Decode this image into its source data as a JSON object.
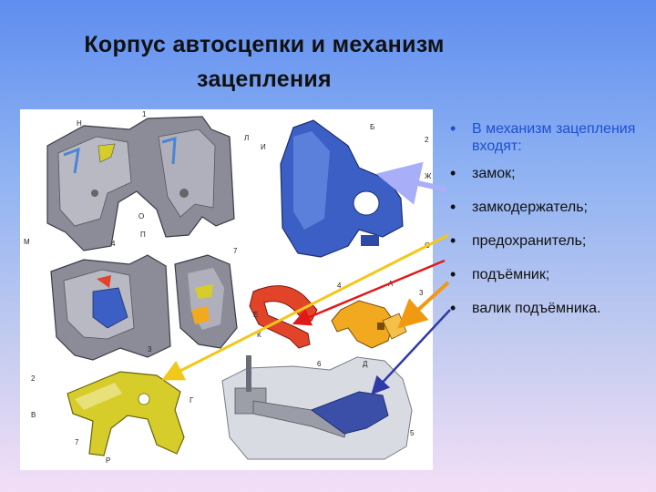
{
  "title": "Корпус автосцепки и механизм зацепления",
  "bullets": [
    "В механизм зацепления входят:",
    "замок;",
    "замкодержатель;",
    "предохранитель;",
    "подъёмник;",
    "валик подъёмника."
  ],
  "figure_labels": {
    "n": "Н",
    "one": "1",
    "l": "Л",
    "i": "И",
    "b": "Б",
    "two_top": "2",
    "zh": "Ж",
    "m": "М",
    "o": "О",
    "p": "П",
    "four_a": "4",
    "seven_a": "7",
    "s": "С",
    "e": "Е",
    "four_b": "4",
    "a": "А",
    "three_a": "3",
    "k": "К",
    "three_b": "3",
    "six": "6",
    "d": "Д",
    "two_mid": "2",
    "v": "В",
    "g": "Г",
    "seven_b": "7",
    "r": "Р",
    "five": "5"
  },
  "colors": {
    "arrow_blue_light": "#a8aef8",
    "arrow_yellow": "#f2c81a",
    "arrow_red": "#e21818",
    "arrow_orange": "#f09a12",
    "arrow_navy": "#2e3aa8",
    "part_blue": "#3b5fc4",
    "part_yellow": "#d6cc2a",
    "part_red": "#e2442a",
    "part_orange": "#f1a91f",
    "body_gray": "#8c8c98"
  }
}
